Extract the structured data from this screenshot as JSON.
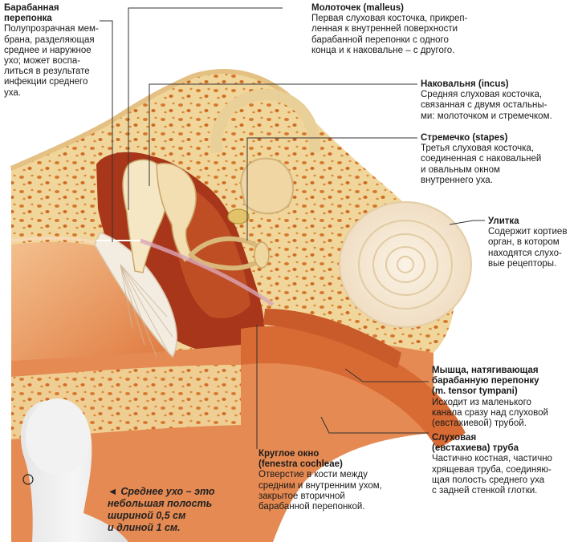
{
  "labels": {
    "tympanic": {
      "title": "Барабанная\nперепонка",
      "desc": "Полупрозрачная мем-\nбрана, разделяющая\nсреднее и наружное\nухо; может воспа-\nлиться в результате\nинфекции среднего\nуха."
    },
    "malleus": {
      "title": "Молоточек (malleus)",
      "desc": "Первая слуховая косточка, прикреп-\nленная к внутренней поверхности\nбарабанной перепонки с одного\nконца и к наковальне – с другого."
    },
    "incus": {
      "title": "Наковальня (incus)",
      "desc": "Средняя слуховая косточка,\nсвязанная с двумя остальны-\nми: молоточком и стремечком."
    },
    "stapes": {
      "title": "Стремечко (stapes)",
      "desc": "Третья слуховая косточка,\nсоединенная с наковальней\nи овальным окном\nвнутреннего уха."
    },
    "cochlea": {
      "title": "Улитка",
      "desc": "Содержит кортиев\nорган, в котором\nнаходятся слухо-\nвые рецепторы."
    },
    "tensor": {
      "title": "Мышца, натягивающая\nбарабанную перепонку\n(m. tensor tympani)",
      "desc": "Исходит из маленького\nканала сразу над слуховой\n(евстахиевой) трубой."
    },
    "eustachian": {
      "title": "Слуховая\n(евстахиева) труба",
      "desc": "Частично костная, частично\nхрящевая труба, соединяю-\nщая полость среднего уха\nс задней стенкой глотки."
    },
    "round_window": {
      "title": "Круглое окно\n(fenestra cochleae)",
      "desc": "Отверстие в кости между\nсредним и внутренним ухом,\nзакрытое вторичной\nбарабанной перепонкой."
    }
  },
  "note": {
    "arrow": "◄",
    "text": "Среднее ухо – это\nнебольшая полость\nшириной 0,5 см\nи длиной 1 см."
  },
  "colors": {
    "bone": "#f4dfa8",
    "bone_dark": "#e9c47e",
    "cavity": "#b8401c",
    "flesh": "#e8915a",
    "flesh_light": "#f2b98a",
    "cochlea": "#f6ead6",
    "spot": "#d2702a",
    "leader": "#333333"
  }
}
